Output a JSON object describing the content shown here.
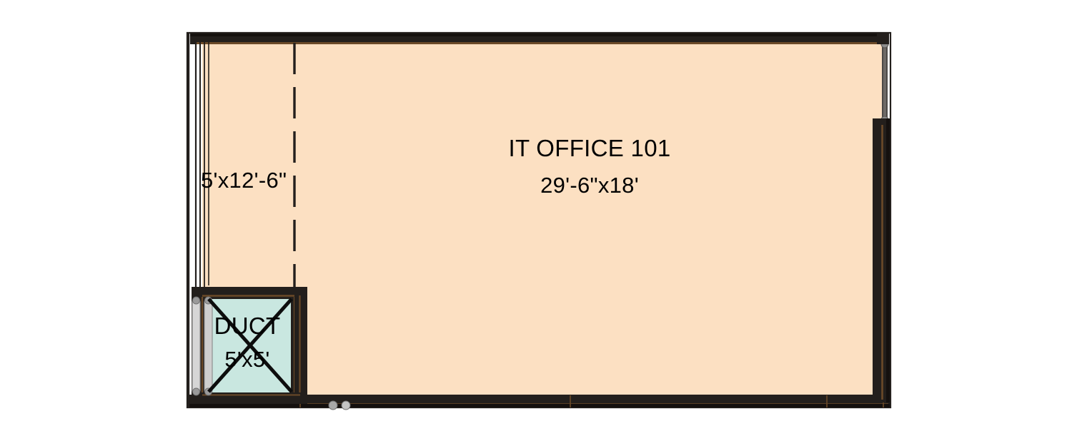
{
  "drawing": {
    "type": "architectural-floor-plan",
    "background_color": "#ffffff"
  },
  "palette": {
    "office_fill": "#FCE0C2",
    "duct_fill": "#C9E7E0",
    "wall_dark": "#231f1c",
    "wall_inner_line": "#6b4a28",
    "glazing_gray": "#8c8c8c",
    "glazing_light": "#d6d6d6",
    "handle_gray": "#9a9a9a",
    "text_color": "#000000"
  },
  "rooms": [
    {
      "id": "office",
      "name": "IT OFFICE 101",
      "dimension": "29'-6\"x18'",
      "fill": "#FCE0C2"
    },
    {
      "id": "alcove",
      "name": "",
      "dimension": "5'x12'-6\"",
      "fill": "#FCE0C2"
    },
    {
      "id": "duct",
      "name": "DUCT",
      "dimension": "5'x5'",
      "fill": "#C9E7E0"
    }
  ],
  "labels": {
    "office_name": "IT OFFICE 101",
    "office_dimension": "29'-6\"x18'",
    "alcove_dimension": "5'x12'-6\"",
    "duct_name": "DUCT",
    "duct_dimension": "5'x5'"
  },
  "elements": {
    "top_wall": "top-exterior-wall",
    "bottom_wall": "bottom-exterior-wall",
    "left_wall": "left-curtain-wall",
    "right_wall_upper": "right-glazing-panel",
    "right_wall_lower": "right-exterior-wall",
    "divider": "alcove-dashed-divider",
    "duct_cross": "duct-x-marker",
    "duct_doors": "duct-sliding-door-panels",
    "vertex_handles": "wall-vertex-handles"
  }
}
